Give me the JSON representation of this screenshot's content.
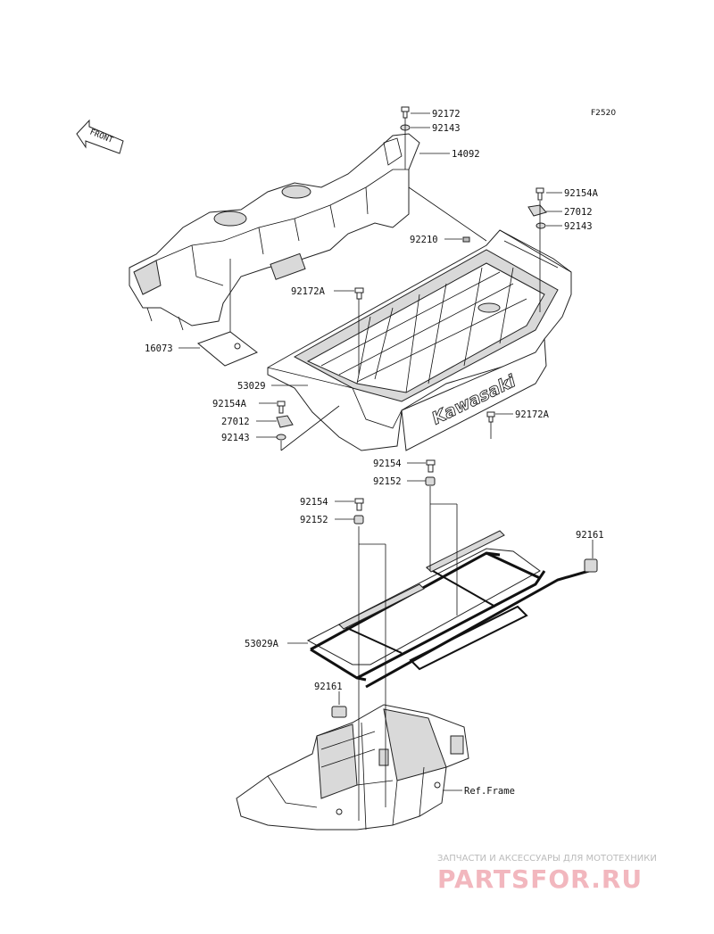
{
  "figure_code": "F2520",
  "front_marker": "FRONT",
  "bed_brand": "Kawasaki",
  "callouts": [
    {
      "id": "c1",
      "text": "92172"
    },
    {
      "id": "c2",
      "text": "92143"
    },
    {
      "id": "c3",
      "text": "14092"
    },
    {
      "id": "c4",
      "text": "92154A"
    },
    {
      "id": "c5",
      "text": "27012"
    },
    {
      "id": "c6",
      "text": "92143"
    },
    {
      "id": "c7",
      "text": "92210"
    },
    {
      "id": "c8",
      "text": "92172A"
    },
    {
      "id": "c9",
      "text": "16073"
    },
    {
      "id": "c10",
      "text": "53029"
    },
    {
      "id": "c11",
      "text": "92154A"
    },
    {
      "id": "c12",
      "text": "27012"
    },
    {
      "id": "c13",
      "text": "92143"
    },
    {
      "id": "c14",
      "text": "92172A"
    },
    {
      "id": "c15",
      "text": "92154"
    },
    {
      "id": "c16",
      "text": "92152"
    },
    {
      "id": "c17",
      "text": "92154"
    },
    {
      "id": "c18",
      "text": "92152"
    },
    {
      "id": "c19",
      "text": "92161"
    },
    {
      "id": "c20",
      "text": "53029A"
    },
    {
      "id": "c21",
      "text": "92161"
    },
    {
      "id": "c22",
      "text": "Ref.Frame"
    }
  ],
  "watermark": {
    "tagline": "ЗАПЧАСТИ И АКСЕССУАРЫ ДЛЯ МОТОТЕХНИКИ",
    "logo": "PARTSFOR.RU"
  }
}
